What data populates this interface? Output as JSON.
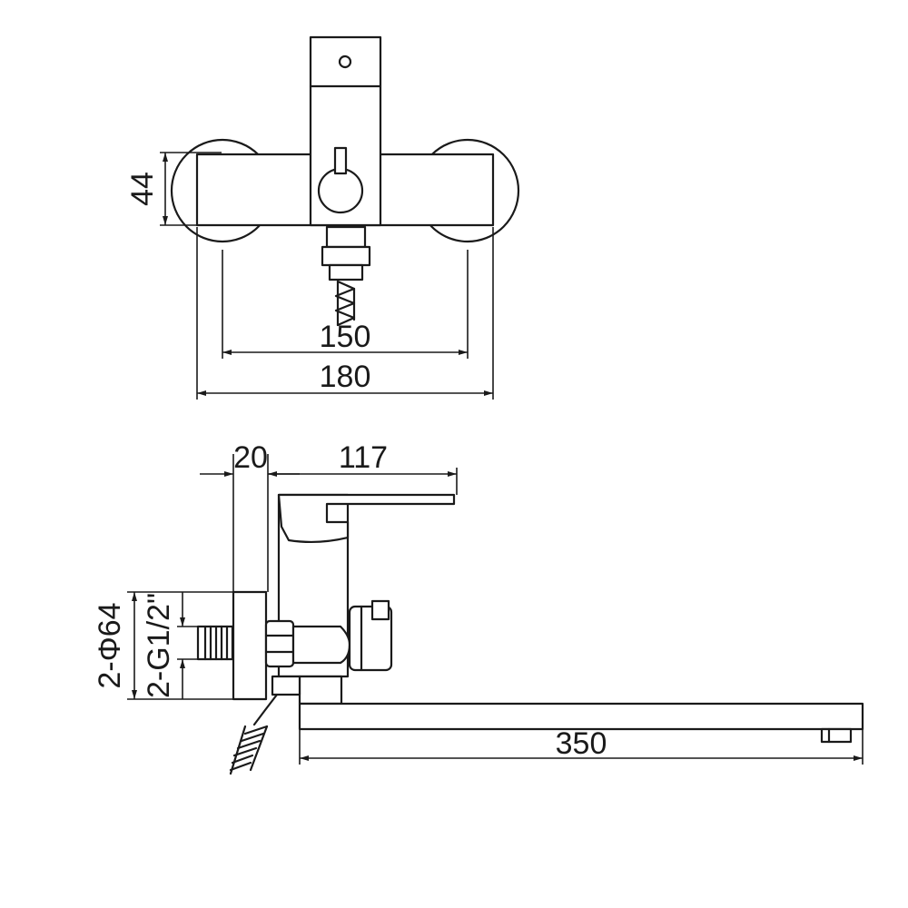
{
  "dimensions": {
    "height_top": "44",
    "wall_centers": "150",
    "overall_width": "180",
    "body_offset": "20",
    "lever_reach": "117",
    "flange_diameter": "2-Φ64",
    "inlet_thread": "2-G1/2\"",
    "spout_length": "350"
  }
}
